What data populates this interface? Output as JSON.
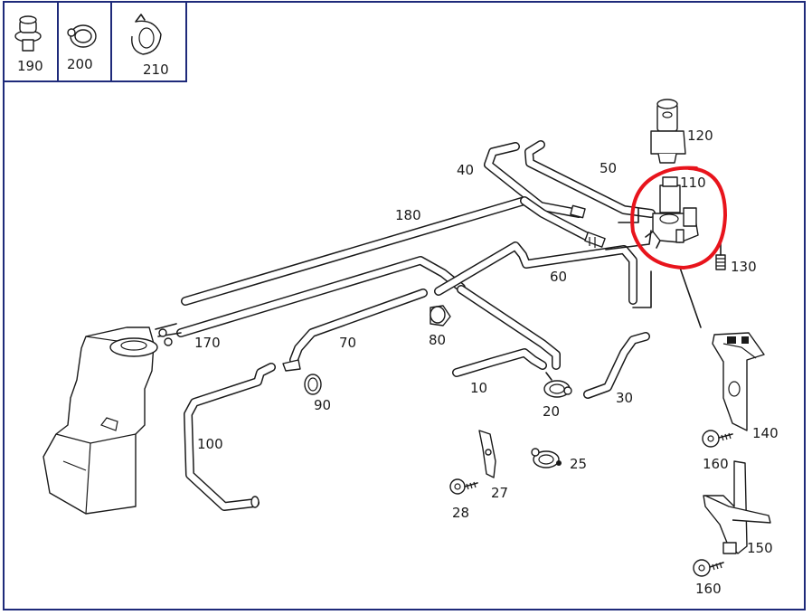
{
  "colors": {
    "ink": "#1a1a1a",
    "highlight": "#e8141c",
    "frame": "#1e2a7a",
    "background": "#ffffff"
  },
  "legend_parts": [
    {
      "number": "190",
      "icon": "grommet-icon"
    },
    {
      "number": "200",
      "icon": "hose-clamp-icon"
    },
    {
      "number": "210",
      "icon": "spring-clamp-icon"
    }
  ],
  "callouts": {
    "p10": "10",
    "p20": "20",
    "p25": "25",
    "p27": "27",
    "p28": "28",
    "p30": "30",
    "p40": "40",
    "p50": "50",
    "p60": "60",
    "p70": "70",
    "p80": "80",
    "p90": "90",
    "p100": "100",
    "p110": "110",
    "p120": "120",
    "p130": "130",
    "p140": "140",
    "p150": "150",
    "p160a": "160",
    "p160b": "160",
    "p170": "170",
    "p180": "180"
  },
  "highlight": {
    "part": "110",
    "shape": "circle"
  }
}
